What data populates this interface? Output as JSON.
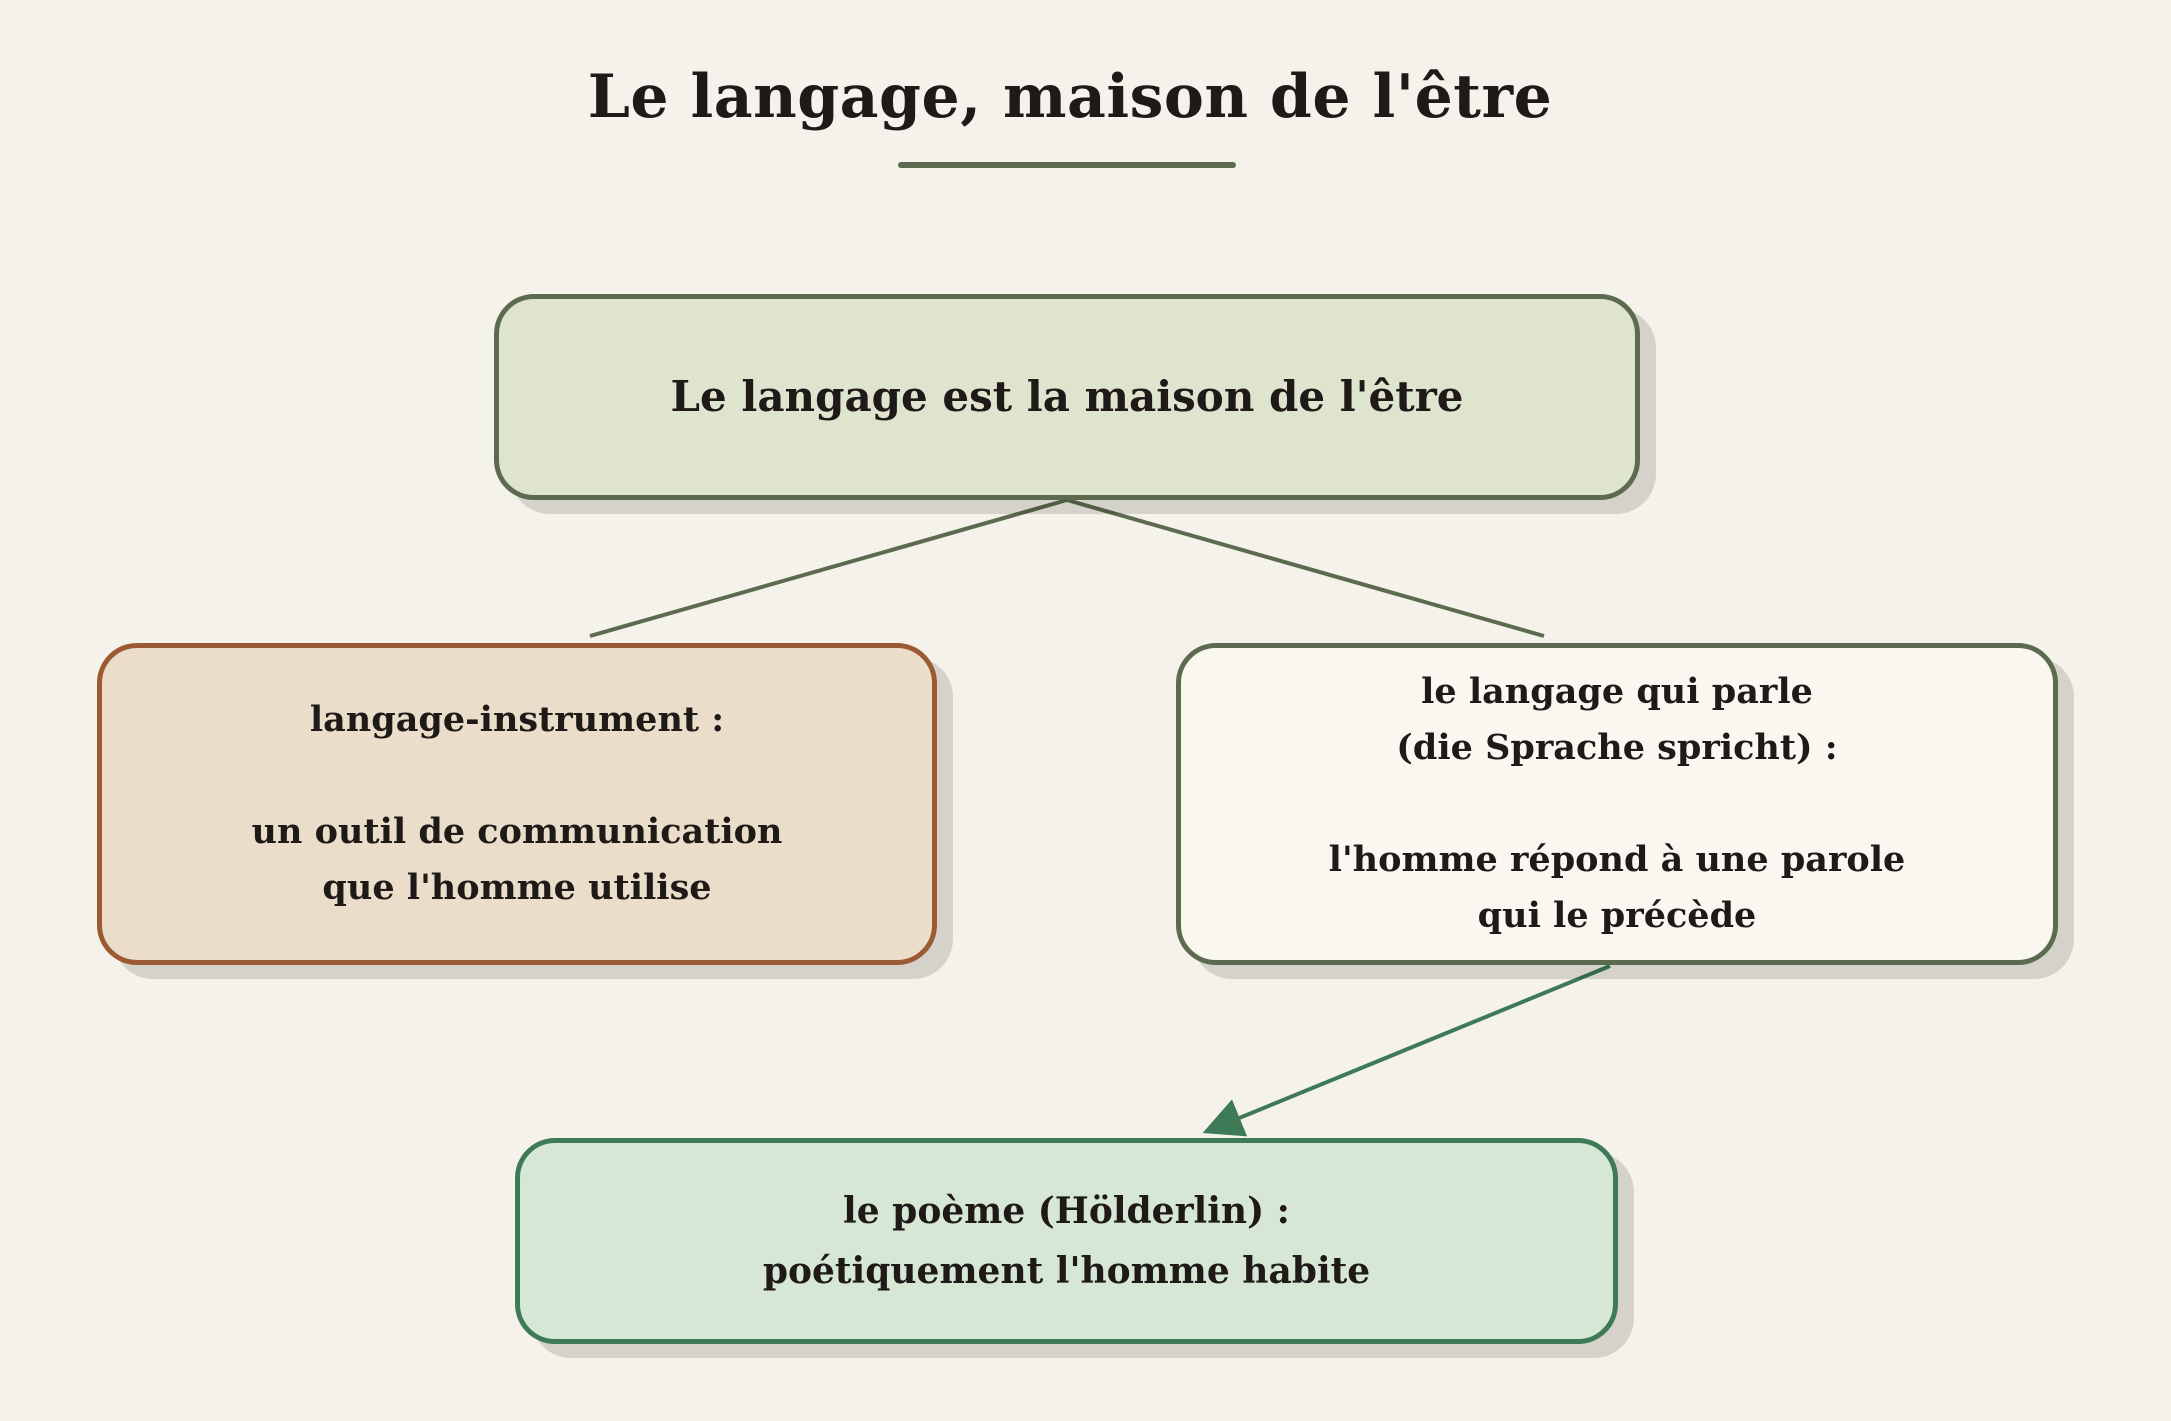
{
  "title": "Le langage, maison de l'être",
  "nodes": {
    "root": "Le langage est la maison de l'être",
    "instrument": "langage-instrument :\n\nun outil de communication\nque l'homme utilise",
    "parole": "le langage qui parle\n(die Sprache spricht) :\n\nl'homme répond à une parole\nqui le précède",
    "poeme": "le poème (Hölderlin) :\npoétiquement l'homme habite"
  },
  "colors": {
    "background": "#f5f2eb",
    "olive": "#5c6b4f",
    "rust": "#9c5a33",
    "green": "#3f7a56"
  }
}
